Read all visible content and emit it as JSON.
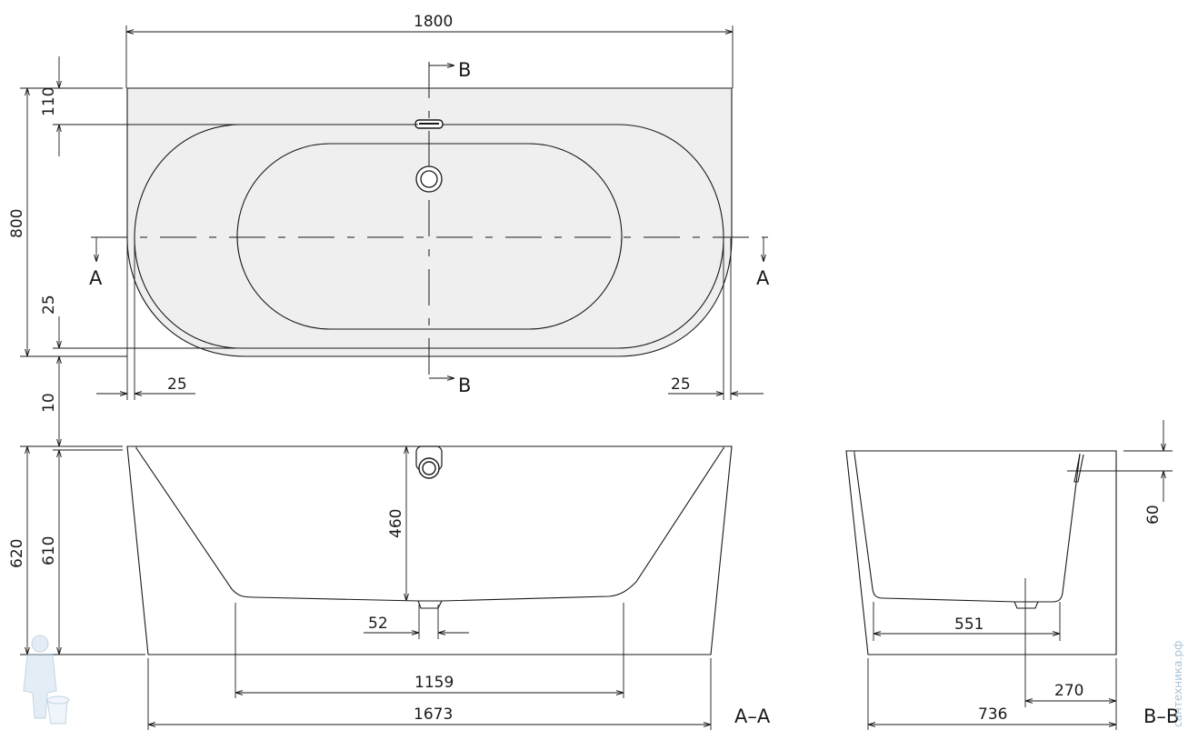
{
  "dimensions": {
    "top_length": "1800",
    "top_width": "800",
    "rim_to_overflow": "110",
    "lower_offset": "25",
    "side_offset_left": "25",
    "side_offset_right": "25",
    "gap": "10",
    "total_height": "620",
    "tub_height": "610",
    "overflow_height": "460",
    "drain_width": "52",
    "bottom_inner_length": "1159",
    "base_length": "1673",
    "section_bb_rim": "60",
    "bb_bottom_width": "551",
    "bb_drain_offset": "270",
    "bb_base_width": "736"
  },
  "labels": {
    "section_a_left": "A",
    "section_a_right": "A",
    "section_b_top": "B",
    "section_b_bottom": "B",
    "section_aa": "A–A",
    "section_bb": "B–B"
  },
  "watermark": "сантехника.рф",
  "colors": {
    "line": "#1a1a1a",
    "surface": "#efefef",
    "watermark": "#a8c3d8"
  }
}
